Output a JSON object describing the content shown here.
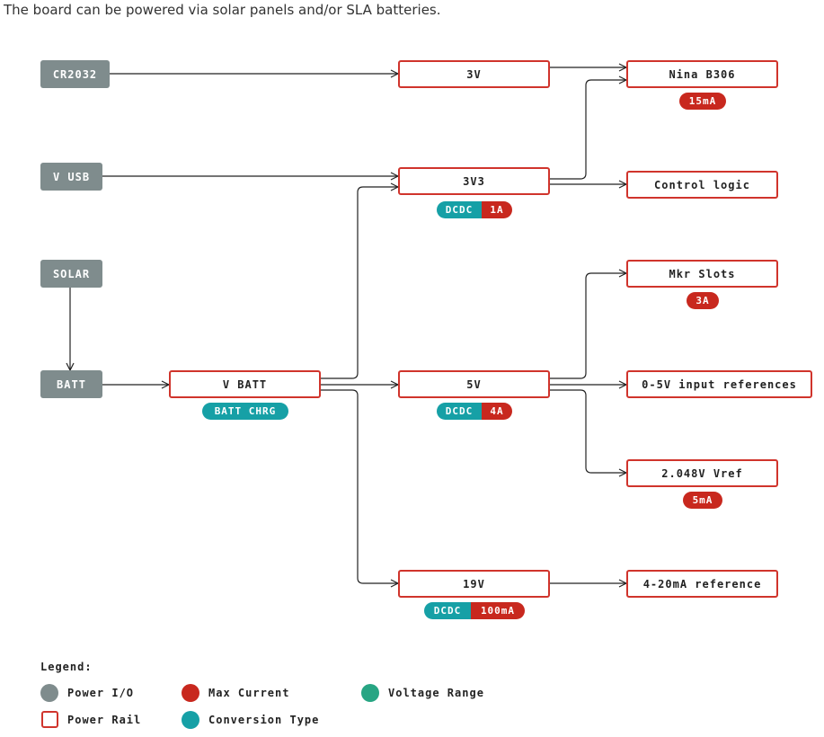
{
  "intro": "The board can be powered via solar panels and/or SLA batteries.",
  "io": {
    "cr2032": "CR2032",
    "vusb": "V USB",
    "solar": "SOLAR",
    "batt": "BATT"
  },
  "rails": {
    "vbatt": "V BATT",
    "r3v": "3V",
    "r3v3": "3V3",
    "r5v": "5V",
    "r19v": "19V",
    "nina": "Nina B306",
    "control": "Control logic",
    "mkr": "Mkr Slots",
    "inputref": "0-5V input references",
    "vref": "2.048V Vref",
    "ref420": "4-20mA reference"
  },
  "badges": {
    "vbatt_conv": "BATT CHRG",
    "r3v3_conv": "DCDC",
    "r3v3_cur": "1A",
    "r5v_conv": "DCDC",
    "r5v_cur": "4A",
    "r19v_conv": "DCDC",
    "r19v_cur": "100mA",
    "nina_cur": "15mA",
    "mkr_cur": "3A",
    "vref_cur": "5mA"
  },
  "legend": {
    "title": "Legend:",
    "power_io": "Power I/O",
    "power_rail": "Power Rail",
    "max_current": "Max Current",
    "conversion_type": "Conversion Type",
    "voltage_range": "Voltage Range"
  },
  "colors": {
    "io_gray": "#7f8c8d",
    "rail_border": "#d0342c",
    "max_current_red": "#c8281e",
    "conversion_teal": "#16a0a6",
    "voltage_range_green": "#27a583"
  }
}
